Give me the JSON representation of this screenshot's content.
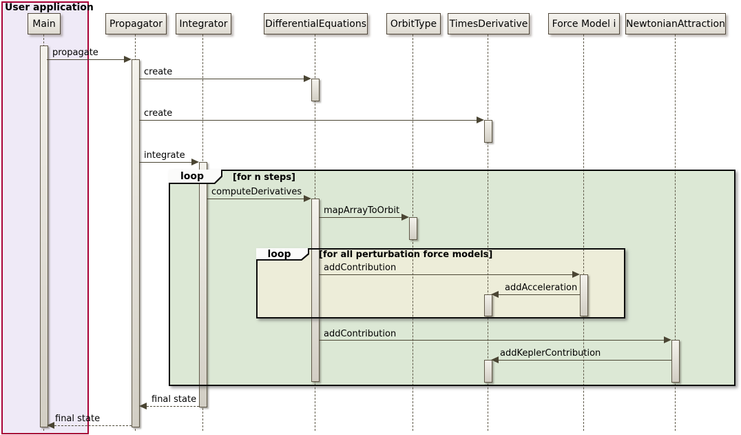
{
  "diagram": {
    "kind": "uml-sequence-diagram",
    "box": {
      "title": "User application"
    },
    "participants": [
      {
        "label": "Main"
      },
      {
        "label": "Propagator"
      },
      {
        "label": "Integrator"
      },
      {
        "label": "DifferentialEquations"
      },
      {
        "label": "OrbitType"
      },
      {
        "label": "TimesDerivative"
      },
      {
        "label": "Force Model i"
      },
      {
        "label": "NewtonianAttraction"
      }
    ],
    "messages": [
      {
        "label": "propagate",
        "from": "Main",
        "to": "Propagator",
        "style": "solid"
      },
      {
        "label": "create",
        "from": "Propagator",
        "to": "DifferentialEquations",
        "style": "solid"
      },
      {
        "label": "create",
        "from": "Propagator",
        "to": "TimesDerivative",
        "style": "solid"
      },
      {
        "label": "integrate",
        "from": "Propagator",
        "to": "Integrator",
        "style": "solid"
      },
      {
        "label": "computeDerivatives",
        "from": "Integrator",
        "to": "DifferentialEquations",
        "style": "solid"
      },
      {
        "label": "mapArrayToOrbit",
        "from": "DifferentialEquations",
        "to": "OrbitType",
        "style": "solid"
      },
      {
        "label": "addContribution",
        "from": "DifferentialEquations",
        "to": "Force Model i",
        "style": "solid"
      },
      {
        "label": "addAcceleration",
        "from": "Force Model i",
        "to": "TimesDerivative",
        "style": "solid"
      },
      {
        "label": "addContribution",
        "from": "DifferentialEquations",
        "to": "NewtonianAttraction",
        "style": "solid"
      },
      {
        "label": "addKeplerContribution",
        "from": "NewtonianAttraction",
        "to": "TimesDerivative",
        "style": "solid"
      },
      {
        "label": "final state",
        "from": "Integrator",
        "to": "Propagator",
        "style": "dashed-return"
      },
      {
        "label": "final state",
        "from": "Propagator",
        "to": "Main",
        "style": "dashed-return"
      }
    ],
    "loops": [
      {
        "keyword": "loop",
        "guard": "[for n steps]"
      },
      {
        "keyword": "loop",
        "guard": "[for all perturbation force models]"
      }
    ],
    "colors": {
      "box_border": "#A80036",
      "box_background": "#EFEAF7",
      "outer_loop_background": "#DCE8D5",
      "inner_loop_background": "#EDEDD9",
      "arrow": "#4A4533",
      "participant_background": "#ECE9E2",
      "frame_border": "#0B0B0B"
    }
  }
}
